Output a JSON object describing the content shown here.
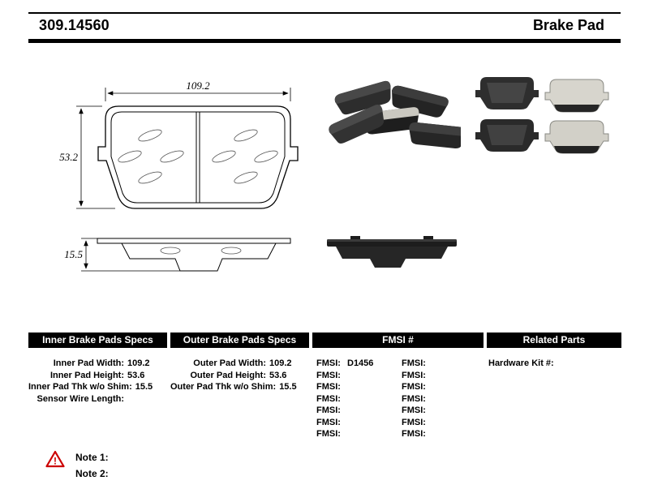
{
  "header": {
    "part_number": "309.14560",
    "product_name": "Brake Pad"
  },
  "drawing": {
    "width_dim": "109.2",
    "height_dim": "53.2",
    "thickness_dim": "15.5"
  },
  "tables": {
    "inner": {
      "title": "Inner Brake Pads Specs",
      "rows": [
        {
          "label": "Inner Pad Width:",
          "value": "109.2"
        },
        {
          "label": "Inner Pad Height:",
          "value": "53.6"
        },
        {
          "label": "Inner Pad Thk w/o Shim:",
          "value": "15.5"
        },
        {
          "label": "Sensor Wire Length:",
          "value": ""
        }
      ]
    },
    "outer": {
      "title": "Outer Brake Pads Specs",
      "rows": [
        {
          "label": "Outer Pad Width:",
          "value": "109.2"
        },
        {
          "label": "Outer Pad Height:",
          "value": "53.6"
        },
        {
          "label": "Outer Pad Thk w/o Shim:",
          "value": "15.5"
        }
      ]
    },
    "fmsi": {
      "title": "FMSI #",
      "left_rows": [
        {
          "label": "FMSI:",
          "value": "D1456"
        },
        {
          "label": "FMSI:",
          "value": ""
        },
        {
          "label": "FMSI:",
          "value": ""
        },
        {
          "label": "FMSI:",
          "value": ""
        },
        {
          "label": "FMSI:",
          "value": ""
        },
        {
          "label": "FMSI:",
          "value": ""
        },
        {
          "label": "FMSI:",
          "value": ""
        }
      ],
      "right_rows": [
        {
          "label": "FMSI:",
          "value": ""
        },
        {
          "label": "FMSI:",
          "value": ""
        },
        {
          "label": "FMSI:",
          "value": ""
        },
        {
          "label": "FMSI:",
          "value": ""
        },
        {
          "label": "FMSI:",
          "value": ""
        },
        {
          "label": "FMSI:",
          "value": ""
        },
        {
          "label": "FMSI:",
          "value": ""
        }
      ]
    },
    "related": {
      "title": "Related Parts",
      "rows": [
        {
          "label": "Hardware Kit #:",
          "value": ""
        }
      ]
    }
  },
  "notes": {
    "warning_glyph": "!",
    "items": [
      {
        "label": "Note 1:"
      },
      {
        "label": "Note 2:"
      }
    ]
  }
}
